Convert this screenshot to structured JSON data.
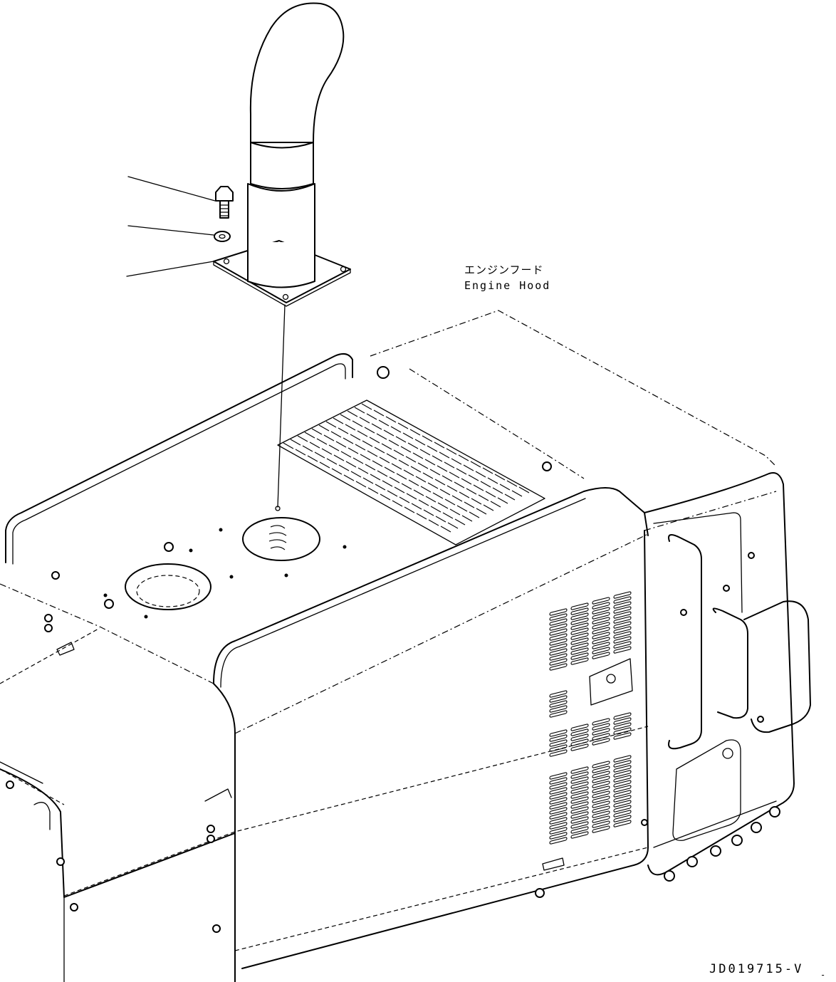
{
  "callout_label": {
    "japanese": "エンジンフード",
    "english": "Engine Hood"
  },
  "drawing_id": "JD019715-V",
  "corner_mark": "-"
}
